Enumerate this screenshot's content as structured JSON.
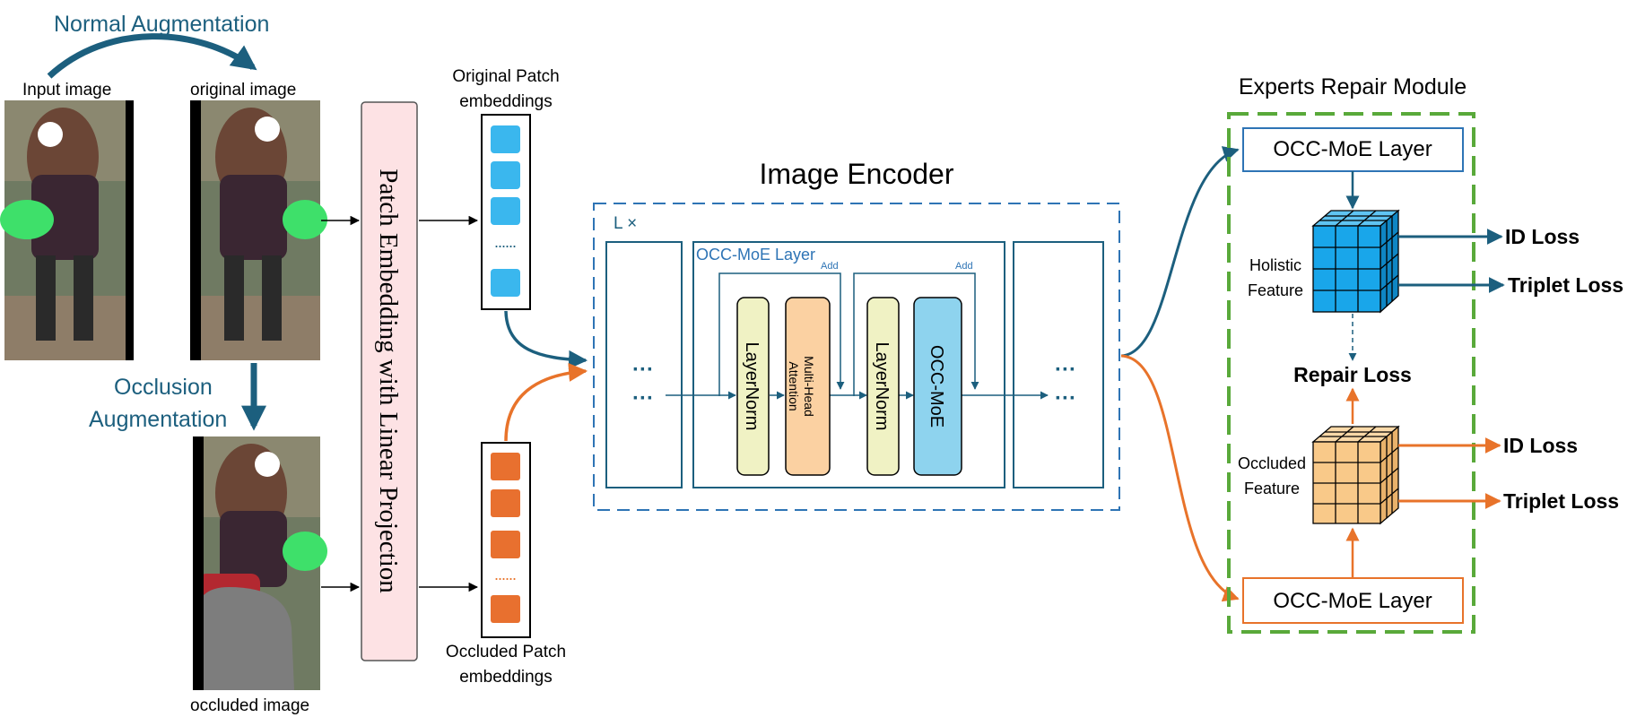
{
  "augmentation": {
    "normal": "Normal Augmentation",
    "occlusion_line1": "Occlusion",
    "occlusion_line2": "Augmentation"
  },
  "images": {
    "input": "Input image",
    "original": "original image",
    "occluded": "occluded image"
  },
  "patch_embedding": {
    "label": "Patch Embedding with Linear Projection",
    "original_line1": "Original Patch",
    "original_line2": "embeddings",
    "occluded_line1": "Occluded Patch",
    "occluded_line2": "embeddings",
    "dots": "......"
  },
  "encoder": {
    "title": "Image Encoder",
    "repeat": "L ×",
    "layer_title": "OCC-MoE Layer",
    "add": "Add",
    "layernorm": "LayerNorm",
    "mha_line1": "Multi-Head",
    "mha_line2": "Attention",
    "occ_moe": "OCC-MoE",
    "ellipsis": "···"
  },
  "repair": {
    "title": "Experts Repair Module",
    "layer_top": "OCC-MoE Layer",
    "layer_bottom": "OCC-MoE Layer",
    "holistic_line1": "Holistic",
    "holistic_line2": "Feature",
    "occluded_line1": "Occluded",
    "occluded_line2": "Feature",
    "repair_loss": "Repair Loss",
    "id_loss": "ID Loss",
    "triplet_loss": "Triplet Loss"
  },
  "colors": {
    "teal": "#1c5f7e",
    "orange": "#e8732a",
    "blue_patch": "#3ab7ee",
    "orange_patch": "#e8702f",
    "green_dash": "#59a93a",
    "encoder_dash": "#2e74b5",
    "layernorm_fill": "#f0f2c4",
    "mha_fill": "#fbd1a2",
    "moe_fill": "#8ed3ee",
    "patch_embed_fill": "#fde2e4",
    "cube_blue": "#19a6ea",
    "cube_orange": "#f9c989"
  }
}
